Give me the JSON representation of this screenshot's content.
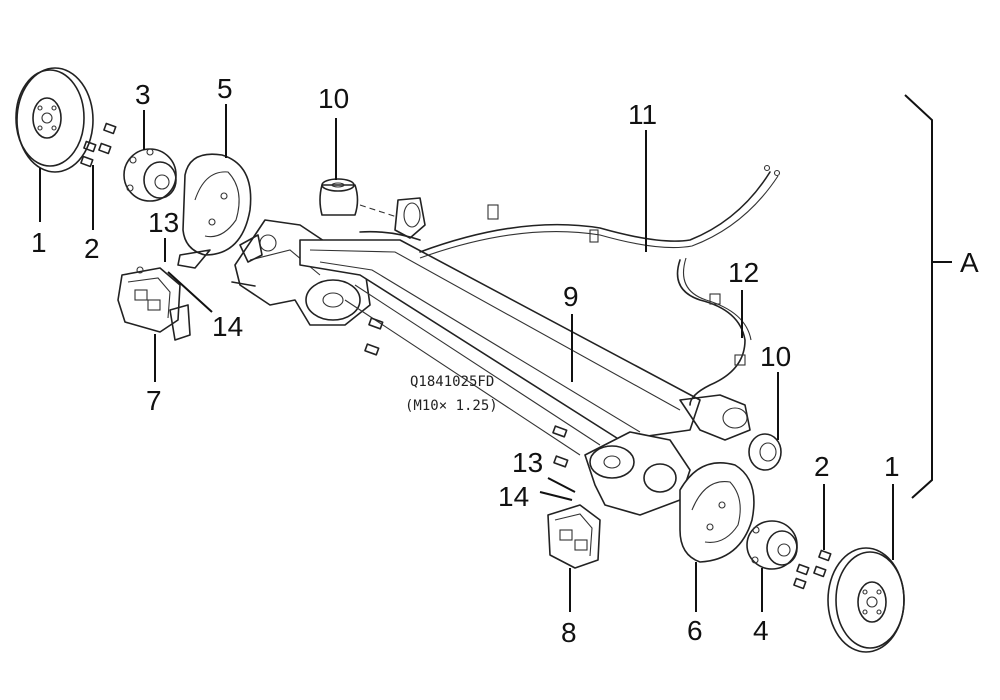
{
  "callouts": {
    "c1_left": "1",
    "c2_left": "2",
    "c3": "3",
    "c5": "5",
    "c10_top": "10",
    "c11": "11",
    "c13_left": "13",
    "c14_left": "14",
    "c7": "7",
    "c12": "12",
    "c9": "9",
    "c10_right": "10",
    "c2_right": "2",
    "c1_right": "1",
    "c13_right": "13",
    "c14_right": "14",
    "c8": "8",
    "c6": "6",
    "c4": "4",
    "assembly": "A"
  },
  "notes": {
    "bolt_code": "Q1841025FD",
    "bolt_spec": "(M10× 1.25)"
  }
}
